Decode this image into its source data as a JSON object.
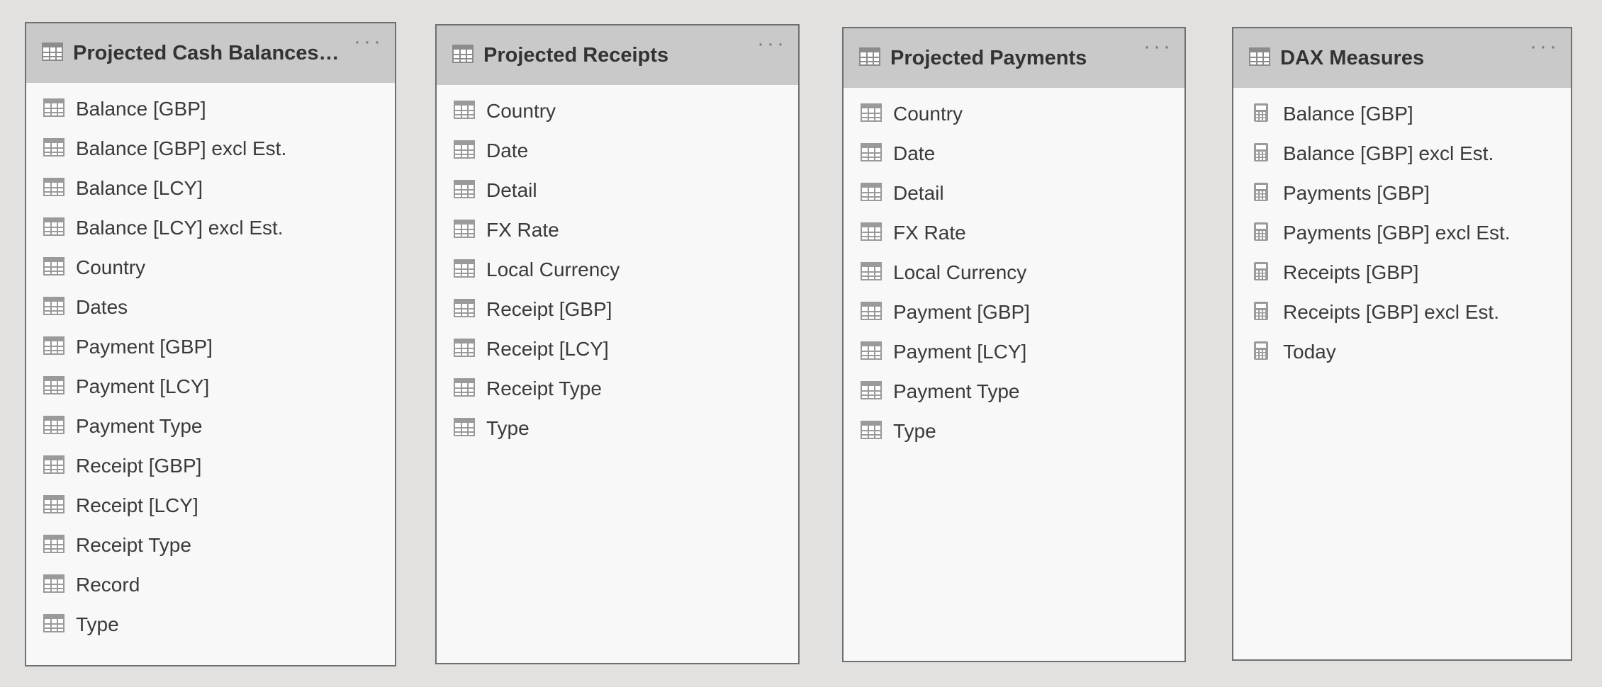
{
  "tables": [
    {
      "title": "Projected Cash Balances (...",
      "more_label": "···",
      "fields": [
        {
          "label": "Balance [GBP]",
          "icon": "table-column-icon"
        },
        {
          "label": "Balance [GBP] excl Est.",
          "icon": "table-column-icon"
        },
        {
          "label": "Balance [LCY]",
          "icon": "table-column-icon"
        },
        {
          "label": "Balance [LCY] excl Est.",
          "icon": "table-column-icon"
        },
        {
          "label": "Country",
          "icon": "table-column-icon"
        },
        {
          "label": "Dates",
          "icon": "table-column-icon"
        },
        {
          "label": "Payment [GBP]",
          "icon": "table-column-icon"
        },
        {
          "label": "Payment [LCY]",
          "icon": "table-column-icon"
        },
        {
          "label": "Payment Type",
          "icon": "table-column-icon"
        },
        {
          "label": "Receipt [GBP]",
          "icon": "table-column-icon"
        },
        {
          "label": "Receipt [LCY]",
          "icon": "table-column-icon"
        },
        {
          "label": "Receipt Type",
          "icon": "table-column-icon"
        },
        {
          "label": "Record",
          "icon": "table-column-icon"
        },
        {
          "label": "Type",
          "icon": "table-column-icon"
        }
      ]
    },
    {
      "title": "Projected Receipts",
      "more_label": "···",
      "fields": [
        {
          "label": "Country",
          "icon": "table-column-icon"
        },
        {
          "label": "Date",
          "icon": "table-column-icon"
        },
        {
          "label": "Detail",
          "icon": "table-column-icon"
        },
        {
          "label": "FX Rate",
          "icon": "table-column-icon"
        },
        {
          "label": "Local Currency",
          "icon": "table-column-icon"
        },
        {
          "label": "Receipt [GBP]",
          "icon": "table-column-icon"
        },
        {
          "label": "Receipt [LCY]",
          "icon": "table-column-icon"
        },
        {
          "label": "Receipt Type",
          "icon": "table-column-icon"
        },
        {
          "label": "Type",
          "icon": "table-column-icon"
        }
      ]
    },
    {
      "title": "Projected Payments",
      "more_label": "···",
      "fields": [
        {
          "label": "Country",
          "icon": "table-column-icon"
        },
        {
          "label": "Date",
          "icon": "table-column-icon"
        },
        {
          "label": "Detail",
          "icon": "table-column-icon"
        },
        {
          "label": "FX Rate",
          "icon": "table-column-icon"
        },
        {
          "label": "Local Currency",
          "icon": "table-column-icon"
        },
        {
          "label": "Payment [GBP]",
          "icon": "table-column-icon"
        },
        {
          "label": "Payment [LCY]",
          "icon": "table-column-icon"
        },
        {
          "label": "Payment Type",
          "icon": "table-column-icon"
        },
        {
          "label": "Type",
          "icon": "table-column-icon"
        }
      ]
    },
    {
      "title": "DAX Measures",
      "more_label": "···",
      "fields": [
        {
          "label": "Balance [GBP]",
          "icon": "calculator-icon"
        },
        {
          "label": "Balance [GBP] excl Est.",
          "icon": "calculator-icon"
        },
        {
          "label": "Payments [GBP]",
          "icon": "calculator-icon"
        },
        {
          "label": "Payments [GBP] excl Est.",
          "icon": "calculator-icon"
        },
        {
          "label": "Receipts [GBP]",
          "icon": "calculator-icon"
        },
        {
          "label": "Receipts [GBP] excl Est.",
          "icon": "calculator-icon"
        },
        {
          "label": "Today",
          "icon": "calculator-icon"
        }
      ]
    }
  ],
  "colors": {
    "background": "#e2e1e0",
    "card_background": "#f8f8f8",
    "header_background": "#c9c9c9",
    "border": "#6f6f6f",
    "text": "#3a3a3a",
    "icon": "#9a9a9a"
  }
}
